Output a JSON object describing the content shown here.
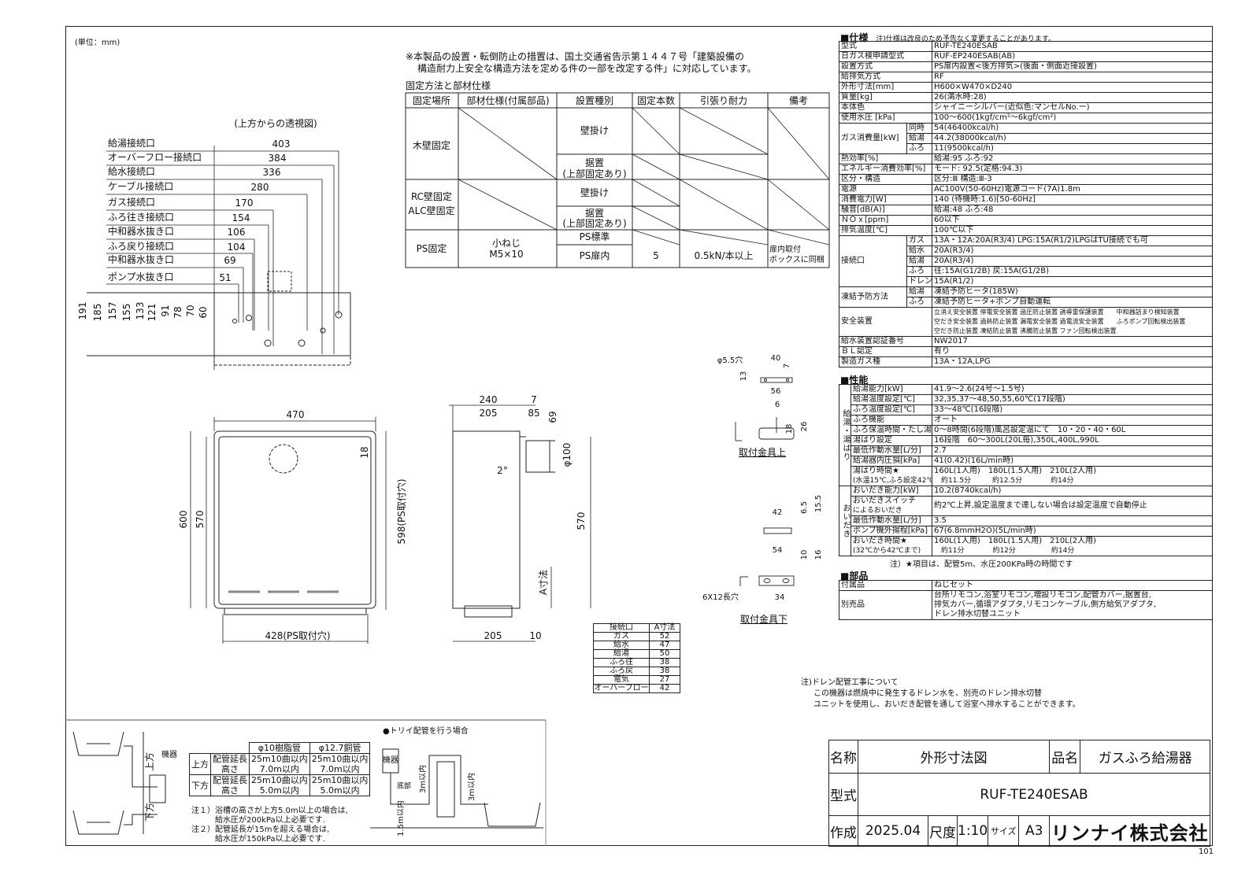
{
  "unit_note": "(単位：mm)",
  "top_view": {
    "title": "(上方からの透視図)",
    "connections": [
      {
        "label": "給湯接続口",
        "value": "403"
      },
      {
        "label": "オーバーフロー接続口",
        "value": "384"
      },
      {
        "label": "給水接続口",
        "value": "336"
      },
      {
        "label": "ケーブル接続口",
        "value": "280"
      },
      {
        "label": "ガス接続口",
        "value": "170"
      },
      {
        "label": "ふろ往き接続口",
        "value": "154"
      },
      {
        "label": "中和器水抜き口",
        "value": "106"
      },
      {
        "label": "ふろ戻り接続口",
        "value": "104"
      },
      {
        "label": "中和器水抜き口",
        "value": "69"
      },
      {
        "label": "ポンプ水抜き口",
        "value": "51"
      }
    ],
    "depth_dims": [
      "191",
      "185",
      "157",
      "155",
      "133",
      "121",
      "91",
      "78",
      "70",
      "60"
    ]
  },
  "front_view": {
    "width": "470",
    "top_offset": "18",
    "height": "600",
    "height_inner": "570",
    "ps_hole_height": "598(PS取付穴)",
    "ps_hole_width": "428(PS取付穴)"
  },
  "side_view": {
    "depth": "240",
    "d7": "7",
    "d205": "205",
    "d85": "85",
    "d69": "69",
    "angle": "2°",
    "flue": "φ100",
    "height": "570",
    "a_dim": "A寸法",
    "bottom_205": "205",
    "bottom_10": "10"
  },
  "a_table": {
    "headers": [
      "接続口",
      "A寸法"
    ],
    "rows": [
      [
        "ガス",
        "52"
      ],
      [
        "給水",
        "47"
      ],
      [
        "給湯",
        "50"
      ],
      [
        "ふろ往",
        "38"
      ],
      [
        "ふろ戻",
        "38"
      ],
      [
        "電気",
        "27"
      ],
      [
        "オーバーフロー",
        "42"
      ]
    ]
  },
  "brackets": {
    "upper": {
      "hole": "φ5.5穴",
      "d40": "40",
      "d7": "7",
      "d13": "13",
      "d56": "56",
      "d6": "6",
      "d18": "18",
      "d26": "26",
      "caption": "取付金具上"
    },
    "lower": {
      "d42": "42",
      "d6_5": "6.5",
      "d15_5": "15.5",
      "d54": "54",
      "d10": "10",
      "d16": "16",
      "slot": "6X12長穴",
      "d34": "34",
      "caption": "取付金具下"
    }
  },
  "notice": {
    "line1": "※本製品の設置・転倒防止の措置は、国土交通省告示第１４４７号「建築設備の",
    "line2": "構造耐力上安全な構造方法を定める件の一部を改定する件」に対応しています。"
  },
  "fixing": {
    "title": "固定方法と部材仕様",
    "headers": [
      "固定場所",
      "部材仕様(付属部品)",
      "設置種別",
      "固定本数",
      "引張り耐力",
      "備考"
    ],
    "wood": "木壁固定",
    "rc1": "RC壁固定",
    "rc2": "ALC壁固定",
    "ps": "PS固定",
    "wall_hang": "壁掛け",
    "floor1": "据置",
    "floor2": "(上部固定あり)",
    "screw1": "小ねじ",
    "screw2": "M5×10",
    "ps_std": "PS標準",
    "ps_door": "PS扉内",
    "count": "5",
    "strength": "0.5kN/本以上",
    "remark1": "扉内取付",
    "remark2": "ボックスに同梱"
  },
  "spec": {
    "title": "■仕様",
    "note": "注)仕様は改良のため予告なく変更することがあります。",
    "rows": [
      {
        "label": "型式",
        "value": "RUF-TE240ESAB"
      },
      {
        "label": "日ガス検申請型式",
        "value": "RUF-EP240ESAB(AB)"
      },
      {
        "label": "設置方式",
        "value": "PS扉内設置<後方排気>(後面・側面近接設置)"
      },
      {
        "label": "給排気方式",
        "value": "RF"
      },
      {
        "label": "外形寸法[mm]",
        "value": "H600×W470×D240"
      },
      {
        "label": "質量[kg]",
        "value": "26(満水時:28)"
      },
      {
        "label": "本体色",
        "value": "シャイニーシルバー(近似色:マンセルNo.ー)"
      },
      {
        "label": "使用水圧 [kPa]",
        "value": "100～600(1kgf/cm²～6kgf/cm²)"
      },
      {
        "label": "ガス消費量[kW]",
        "subs": [
          {
            "sub": "同時",
            "value": "54(46400kcal/h)"
          },
          {
            "sub": "給湯",
            "value": "44.2(38000kcal/h)"
          },
          {
            "sub": "ふろ",
            "value": "11(9500kcal/h)"
          }
        ]
      },
      {
        "label": "熱効率[%]",
        "value": "給湯:95 ふろ:92"
      },
      {
        "label": "エネルギー消費効率[%]",
        "value": "モード: 92.5(定格:94.3)"
      },
      {
        "label": "区分・構造",
        "value": "区分:Ⅲ 構造:Ⅲ-3"
      },
      {
        "label": "電源",
        "value": "AC100V(50-60Hz)電源コード(7A)1.8m"
      },
      {
        "label": "消費電力[W]",
        "value": "140 (待機時:1.6)[50-60Hz]"
      },
      {
        "label": "騒音[dB(A)]",
        "value": "給湯:48 ふろ:48"
      },
      {
        "label": "ＮＯｘ[ppm]",
        "value": "60以下"
      },
      {
        "label": "排気温度[℃]",
        "value": "100℃以下"
      },
      {
        "label": "接続口",
        "subs": [
          {
            "sub": "ガス",
            "value": "13A・12A:20A(R3/4) LPG:15A(R1/2)LPGはTU接続でも可"
          },
          {
            "sub": "給水",
            "value": "20A(R3/4)"
          },
          {
            "sub": "給湯",
            "value": "20A(R3/4)"
          },
          {
            "sub": "ふろ",
            "value": "往:15A(G1/2B) 戻:15A(G1/2B)"
          },
          {
            "sub": "ドレン",
            "value": "15A(R1/2)"
          }
        ]
      },
      {
        "label": "凍結予防方法",
        "subs": [
          {
            "sub": "給湯",
            "value": "凍結予防ヒータ(185W)"
          },
          {
            "sub": "ふろ",
            "value": "凍結予防ヒータ+ポンプ自動運転"
          }
        ]
      },
      {
        "label": "安全装置",
        "lines": [
          "立消え安全装置 停電安全装置 過圧防止装置 誘導雷保護装置　　中和器詰まり検知装置",
          "空だき安全装置 過熱防止装置 漏電安全装置 過電流安全装置　　ふろポンプ回転検出装置",
          "空だき防止装置 凍結防止装置 沸騰防止装置 ファン回転検出装置"
        ]
      },
      {
        "label": "給水装置認証番号",
        "value": "NW2017"
      },
      {
        "label": "ＢＬ認定",
        "value": "有り"
      },
      {
        "label": "製造ガス種",
        "value": "13A・12A,LPG"
      }
    ]
  },
  "performance": {
    "title": "■性能",
    "groups": [
      {
        "label": "給湯・湯はり",
        "rows": [
          {
            "label": "給湯能力[kW]",
            "value": "41.9～2.6(24号～1.5号)"
          },
          {
            "label": "給湯温度設定[℃]",
            "value": "32,35,37～48,50,55,60℃(17段階)"
          },
          {
            "label": "ふろ温度設定[℃]",
            "value": "33～48℃(16段階)"
          },
          {
            "label": "ふろ機能",
            "value": "オート"
          },
          {
            "label": "ふろ保温時間・たし湯量",
            "value": "0～8時間(6段階)風呂設定温にて　10・20・40・60L"
          },
          {
            "label": "湯はり設定",
            "value": "16段階　60～300L(20L毎),350L,400L,990L"
          },
          {
            "label": "最低作動水量[L/分]",
            "value": "2.7"
          },
          {
            "label": "給湯器内圧損[kPa]",
            "value": "41(0.42)(16L/min時)"
          },
          {
            "label": "湯はり時間★",
            "label2": "(水温15℃,ふろ設定42℃)",
            "value": "160L(1人用)　180L(1.5人用)　210L(2人用)",
            "value2": "　約11.5分　　　約12.5分　　　　約14分"
          }
        ]
      },
      {
        "label": "おいだき",
        "rows": [
          {
            "label": "おいだき能力[kW]",
            "value": "10.2(8740kcal/h)"
          },
          {
            "label": "おいだきスイッチ",
            "label2": "によるおいだき",
            "value": "約2℃上昇,設定温度まで達しない場合は設定温度で自動停止",
            "value2": ""
          },
          {
            "label": "最低作動水量[L/分]",
            "value": "3.5"
          },
          {
            "label": "ポンプ機外揚程[kPa]",
            "value": "67(6.8mmH2O)(5L/min時)"
          },
          {
            "label": "おいだき時間★",
            "label2": "(32℃から42℃まで)",
            "value": "160L(1人用)　180L(1.5人用)　210L(2人用)",
            "value2": "　約11分　　　　約12分　　　　　約14分"
          }
        ]
      }
    ],
    "note": "注）★項目は、配管5m、水圧200KPa時の時間です"
  },
  "parts": {
    "title": "■部品",
    "rows": [
      {
        "label": "付属品",
        "lines": [
          "ねじセット"
        ]
      },
      {
        "label": "別売品",
        "lines": [
          "台所リモコン,浴室リモコン,増設リモコン,配管カバー,据置台,",
          "排気カバー,循環アダプタ,リモコンケーブル,側方給気アダプタ,",
          "ドレン排水切替ユニット"
        ]
      }
    ]
  },
  "drain_note": {
    "line1": "注)ドレン配管工事について",
    "line2": "この機器は燃焼中に発生するドレン水を、別売のドレン排水切替",
    "line3": "ユニットを使用し、おいだき配管を通して浴室へ排水することができます。"
  },
  "piping": {
    "device": "機器",
    "upper": "上方",
    "lower": "下方",
    "table": {
      "headers": [
        "φ10樹脂管",
        "φ12.7銅管"
      ],
      "rows": [
        {
          "group": "上方",
          "items": [
            [
              "配管延長",
              "25m10曲以内",
              "25m10曲以内"
            ],
            [
              "高さ",
              "7.0m以内",
              "7.0m以内"
            ]
          ]
        },
        {
          "group": "下方",
          "items": [
            [
              "配管延長",
              "25m10曲以内",
              "25m10曲以内"
            ],
            [
              "高さ",
              "5.0m以内",
              "5.0m以内"
            ]
          ]
        }
      ]
    },
    "notes": [
      "注１）浴槽の高さが上方5.0m以上の場合は,",
      "　　　給水圧が200kPa以上必要です.",
      "注２）配管延長が15mを超える場合は,",
      "　　　給水圧が150kPa以上必要です."
    ],
    "tori": {
      "title": "●トリイ配管を行う場合",
      "device": "機器",
      "bottom": "底部",
      "h1": "3m以内",
      "h2": "1.5m以内",
      "h3": "3m以内"
    }
  },
  "title_block": {
    "name_label": "名称",
    "name": "外形寸法図",
    "product_label": "品名",
    "product": "ガスふろ給湯器",
    "model_label": "型式",
    "model": "RUF-TE240ESAB",
    "created_label": "作成",
    "created": "2025.04",
    "scale_label": "尺度",
    "scale": "1:10",
    "size_label": "サイズ",
    "size": "A3",
    "company": "リンナイ株式会社",
    "sheet": "101"
  }
}
